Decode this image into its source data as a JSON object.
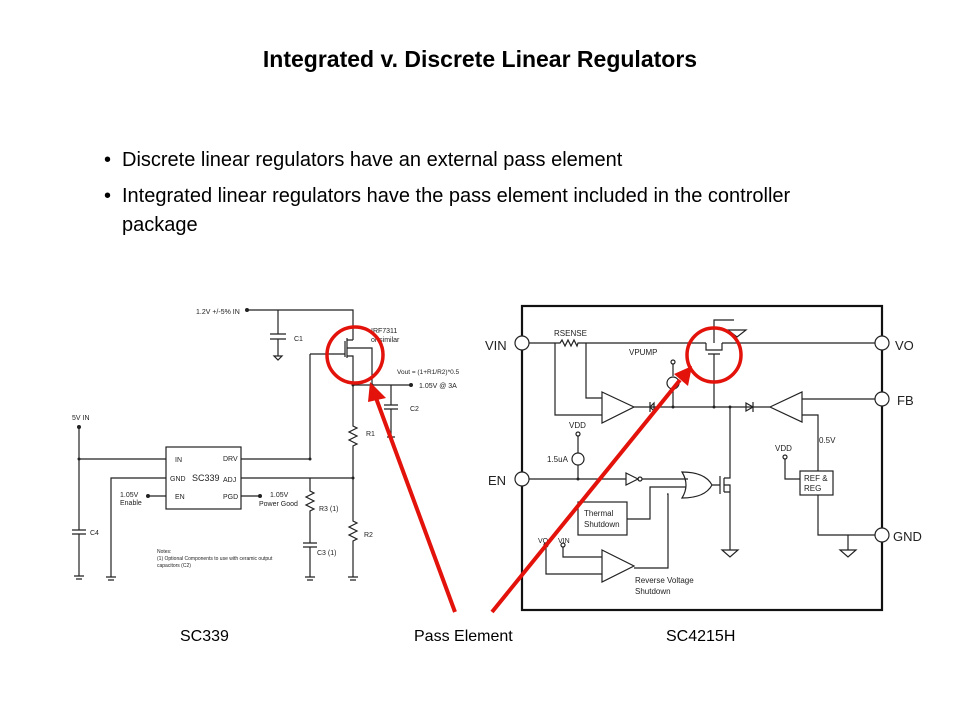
{
  "title": "Integrated v. Discrete Linear Regulators",
  "bullets": [
    "Discrete linear regulators have an external pass element",
    "Integrated linear regulators have the pass element included in the controller package"
  ],
  "bullet_symbol": "•",
  "captions": {
    "left": "SC339",
    "center": "Pass Element",
    "right": "SC4215H"
  },
  "highlight_color": "#e3120b",
  "sc339": {
    "vin_label": "1.2V +/-5% IN",
    "c1": "C1",
    "fet_label_1": "IRF7311",
    "fet_label_2": "or similar",
    "vout_formula": "Vout = (1+R1/R2)*0.5",
    "vout": "1.05V @ 3A",
    "c2": "C2",
    "r1": "R1",
    "r2": "R2",
    "r3": "R3 (1)",
    "c3": "C3 (1)",
    "c4": "C4",
    "v5_in": "5V IN",
    "chip": "SC339",
    "pins": {
      "in": "IN",
      "gnd": "GND",
      "en": "EN",
      "drv": "DRV",
      "adj": "ADJ",
      "pgd": "PGD"
    },
    "enable_1": "1.05V",
    "enable_2": "Enable",
    "pg_1": "1.05V",
    "pg_2": "Power Good",
    "notes": [
      "Notes:",
      "(1) Optional Components to use with ceramic output",
      "capacitors (C2)"
    ]
  },
  "sc4215h": {
    "pins": {
      "vin": "VIN",
      "vo": "VO",
      "fb": "FB",
      "en": "EN",
      "gnd": "GND"
    },
    "rsense": "RSENSE",
    "vpump": "VPUMP",
    "vdd1": "VDD",
    "current": "1.5uA",
    "vdd2": "VDD",
    "ref_1": "REF &",
    "ref_2": "REG",
    "v05": "0.5V",
    "thermal_1": "Thermal",
    "thermal_2": "Shutdown",
    "vo_small": "VO",
    "vin_small": "VIN",
    "rev_1": "Reverse Voltage",
    "rev_2": "Shutdown"
  }
}
